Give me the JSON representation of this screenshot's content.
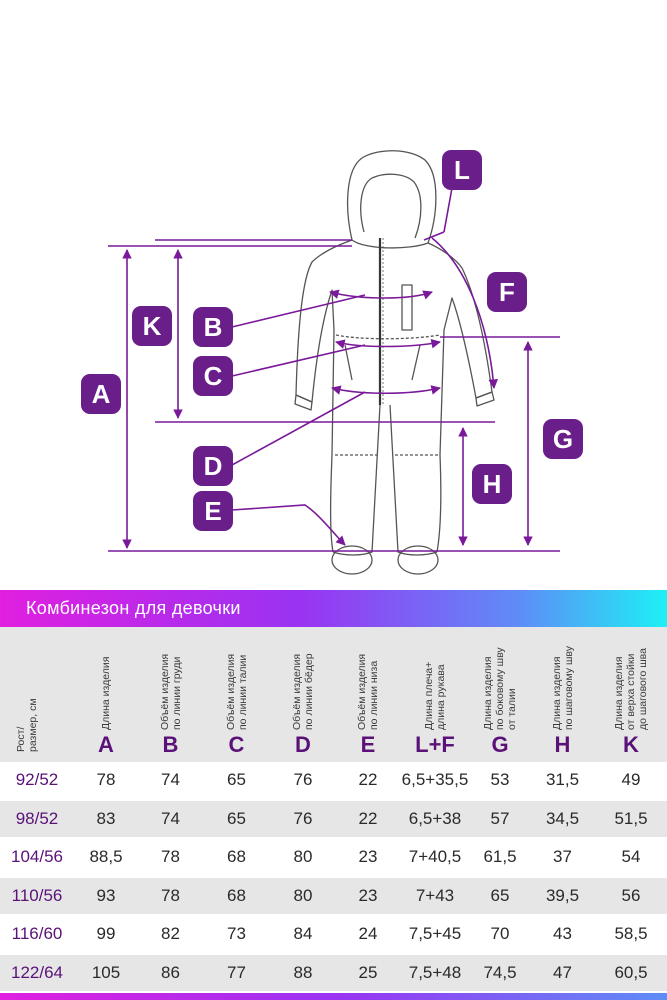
{
  "labels": {
    "A": "A",
    "B": "B",
    "C": "C",
    "D": "D",
    "E": "E",
    "F": "F",
    "G": "G",
    "H": "H",
    "K": "K",
    "L": "L"
  },
  "title": "Комбинезон для девочки",
  "headers": [
    {
      "desc": "Рост/\nразмер, см",
      "letter": ""
    },
    {
      "desc": "Длина изделия",
      "letter": "A"
    },
    {
      "desc": "Объём изделия\nпо линии груди",
      "letter": "B"
    },
    {
      "desc": "Объём изделия\nпо линии талии",
      "letter": "C"
    },
    {
      "desc": "Объём изделия\nпо линии бёдер",
      "letter": "D"
    },
    {
      "desc": "Объём изделия\nпо линии низа",
      "letter": "E"
    },
    {
      "desc": "Длина плеча+\nдлина рукава",
      "letter": "L+F"
    },
    {
      "desc": "Длина изделия\nпо боковому шву\nот талии",
      "letter": "G"
    },
    {
      "desc": "Длина изделия\nпо шаговому шву",
      "letter": "H"
    },
    {
      "desc": "Длина изделия\nот верха стойки\nдо шагового шва",
      "letter": "K"
    }
  ],
  "rows": [
    [
      "92/52",
      "78",
      "74",
      "65",
      "76",
      "22",
      "6,5+35,5",
      "53",
      "31,5",
      "49"
    ],
    [
      "98/52",
      "83",
      "74",
      "65",
      "76",
      "22",
      "6,5+38",
      "57",
      "34,5",
      "51,5"
    ],
    [
      "104/56",
      "88,5",
      "78",
      "68",
      "80",
      "23",
      "7+40,5",
      "61,5",
      "37",
      "54"
    ],
    [
      "110/56",
      "93",
      "78",
      "68",
      "80",
      "23",
      "7+43",
      "65",
      "39,5",
      "56"
    ],
    [
      "116/60",
      "99",
      "82",
      "73",
      "84",
      "24",
      "7,5+45",
      "70",
      "43",
      "58,5"
    ],
    [
      "122/64",
      "105",
      "86",
      "77",
      "88",
      "25",
      "7,5+48",
      "74,5",
      "47",
      "60,5"
    ]
  ],
  "colors": {
    "accent": "#7a1a9a",
    "label_bg": "#6a1e8a",
    "row_shade": "#e6e6e6"
  }
}
